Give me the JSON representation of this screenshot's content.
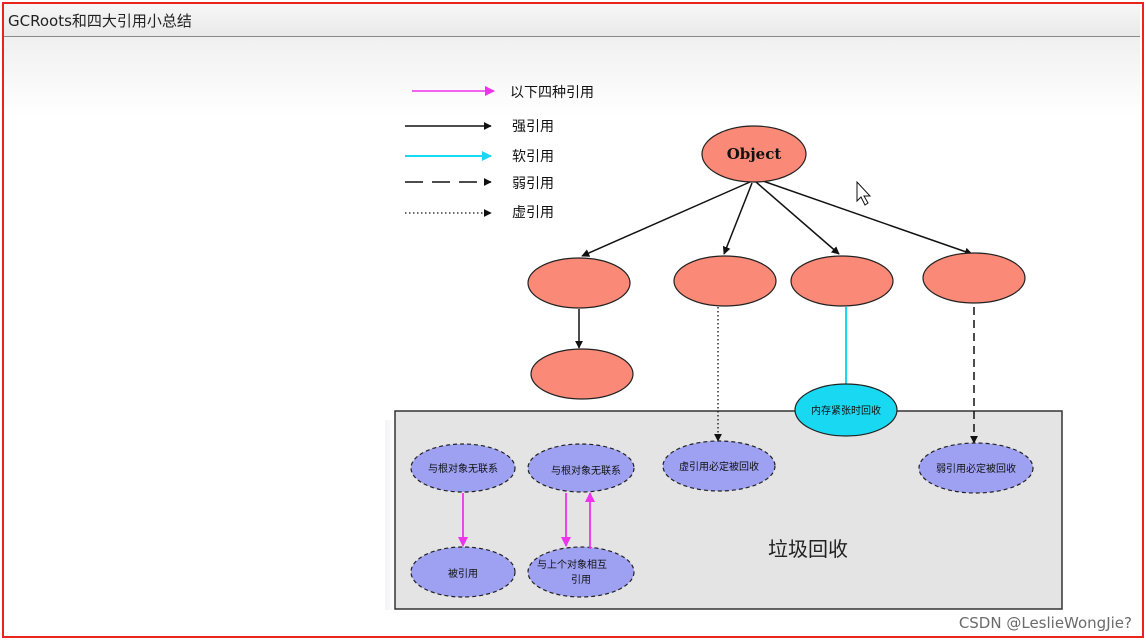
{
  "window": {
    "title": "GCRoots和四大引用小总结"
  },
  "legend": {
    "items": [
      {
        "label": "以下四种引用"
      },
      {
        "label": "强引用"
      },
      {
        "label": "软引用"
      },
      {
        "label": "弱引用"
      },
      {
        "label": "虚引用"
      }
    ]
  },
  "diagram": {
    "root_label": "Object",
    "soft_reclaim_label": "内存紧张时回收",
    "phantom_label": "虚引用必定被回收",
    "weak_label": "弱引用必定被回收",
    "gc_area_label": "垃圾回收",
    "unlinked_1": "与根对象无联系",
    "unlinked_2": "与根对象无联系",
    "referenced": "被引用",
    "mutual_line1": "与上个对象相互",
    "mutual_line2": "引用"
  },
  "colors": {
    "pink_arrow": "#ee33ee",
    "strong": "#111111",
    "soft": "#19d8f2",
    "node_fill": "#fa8977",
    "gc_node_fill": "#9ea1f1",
    "gc_box_fill": "#e4e4e4",
    "frame": "#e8241c"
  },
  "watermark": {
    "text": "CSDN @LeslieWongJie?"
  }
}
